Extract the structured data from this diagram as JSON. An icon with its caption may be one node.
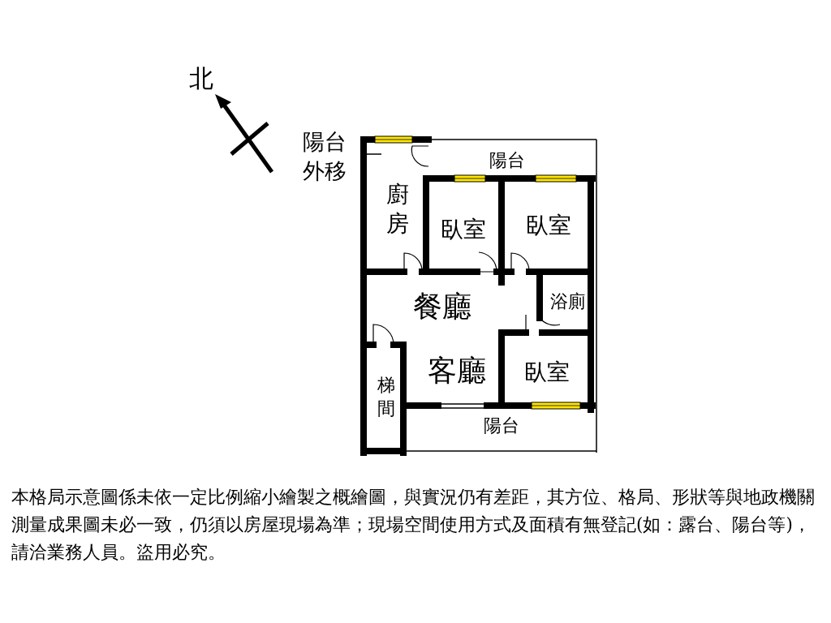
{
  "diagram": {
    "caption": "本格局示意圖係未依一定比例縮小繪製之概繪圖，與實況仍有差距，其方位、格局、形狀等與地政機關測量成果圖未必一致，仍須以房屋現場為準；現場空間使用方式及面積有無登記(如：露台、陽台等)，請洽業務人員。盜用必究。",
    "nodes": [
      {
        "text": [
          "陽台"
        ]
      },
      {
        "text": [
          "廚房"
        ]
      },
      {
        "text": [
          "臥室"
        ]
      },
      {
        "text": [
          "臥室"
        ]
      },
      {
        "text": [
          "餐廳"
        ]
      },
      {
        "text": [
          "浴廁"
        ]
      },
      {
        "text": [
          "梯間"
        ]
      },
      {
        "text": [
          "客廳"
        ]
      },
      {
        "text": [
          "臥室"
        ]
      },
      {
        "text": [
          "陽台"
        ]
      }
    ],
    "edges": [],
    "labels": [
      "北",
      "陽台外移"
    ]
  }
}
